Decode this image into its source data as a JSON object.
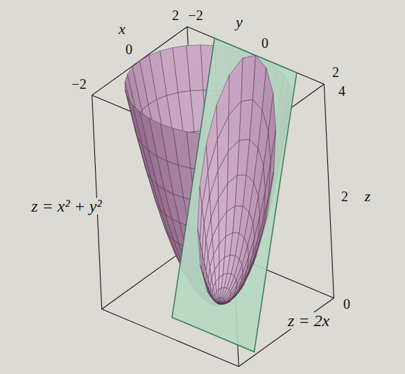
{
  "diagram": {
    "labels": [
      "2",
      "−2",
      "y",
      "x",
      "0",
      "0",
      "−2",
      "2",
      "4",
      "2",
      "z",
      "z = x² + y²",
      "0",
      "z = 2x"
    ]
  }
}
